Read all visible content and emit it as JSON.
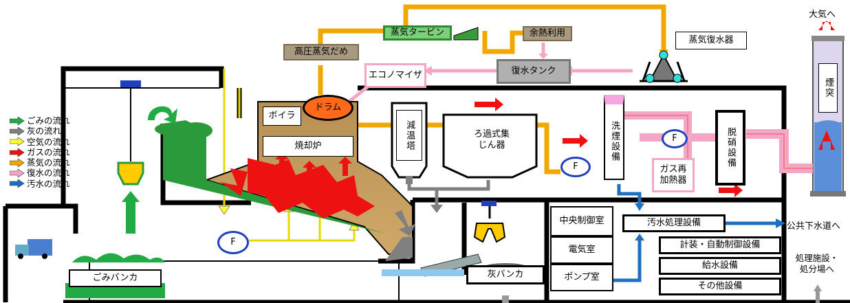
{
  "legend": [
    {
      "label": "ごみの流れ",
      "color": "#22aa44"
    },
    {
      "label": "灰の流れ",
      "color": "#808080"
    },
    {
      "label": "空気の流れ",
      "color": "#ffff33"
    },
    {
      "label": "ガスの流れ",
      "color": "#ee1111"
    },
    {
      "label": "蒸気の流れ",
      "color": "#f0a800"
    },
    {
      "label": "復水の流れ",
      "color": "#f5a6c8"
    },
    {
      "label": "汚水の流れ",
      "color": "#1f6fc0"
    }
  ],
  "equipment": {
    "steam_turbine": "蒸気タービン",
    "high_pressure_header": "高圧蒸気だめ",
    "waste_heat_use": "余熱利用",
    "condenser": "蒸気復水器",
    "condensate_tank": "復水タンク",
    "economizer": "エコノマイザ",
    "boiler": "ボイラ",
    "drum": "ドラム",
    "incinerator": "焼却炉",
    "cooling_tower": "減温塔",
    "bag_filter": "ろ過式集じん器",
    "scrubber": "洗煙設備",
    "gas_reheater": "ガス再加熱器",
    "denitration": "脱硝設備",
    "stack": "煙突",
    "fan": "F",
    "atmosphere": "大気へ",
    "wastewater_treatment": "汚水処理設備",
    "public_sewer": "公共下水道へ",
    "central_control": "中央制御室",
    "electrical_room": "電気室",
    "pump_room": "ポンプ室",
    "instrumentation": "計装・自動制御設備",
    "water_supply": "給水設備",
    "other_equipment": "その他設備",
    "disposal": "処理施設・処分場へ",
    "refuse_bunker": "ごみバンカ",
    "ash_bunker": "灰バンカ"
  },
  "colors": {
    "wall": "#000000",
    "refuse": "#22aa44",
    "ash": "#808080",
    "air": "#ffff33",
    "gas": "#ee1111",
    "steam": "#f0a800",
    "condensate": "#f5a6c8",
    "wastewater": "#1f6fc0",
    "furnace": "#c8a060",
    "drum": "#ff6a1a",
    "stack_water": "#5b8fd9"
  }
}
